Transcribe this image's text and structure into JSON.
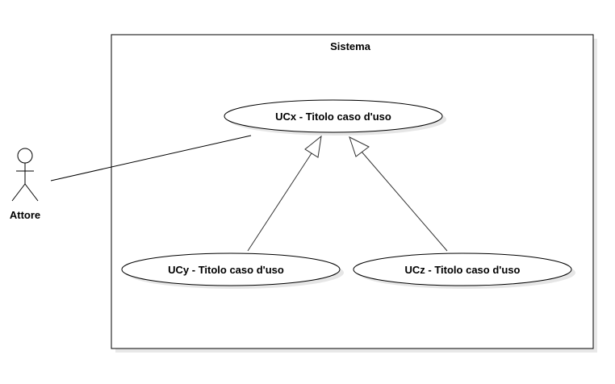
{
  "system": {
    "title": "Sistema"
  },
  "actor": {
    "label": "Attore"
  },
  "use_cases": [
    {
      "label": "UCx - Titolo caso d'uso"
    },
    {
      "label": "UCy - Titolo caso d'uso"
    },
    {
      "label": "UCz - Titolo caso d'uso"
    }
  ],
  "colors": {
    "stroke": "#000000",
    "fill": "#ffffff",
    "shadow": "#e6e6e6",
    "edge": "#333333"
  }
}
